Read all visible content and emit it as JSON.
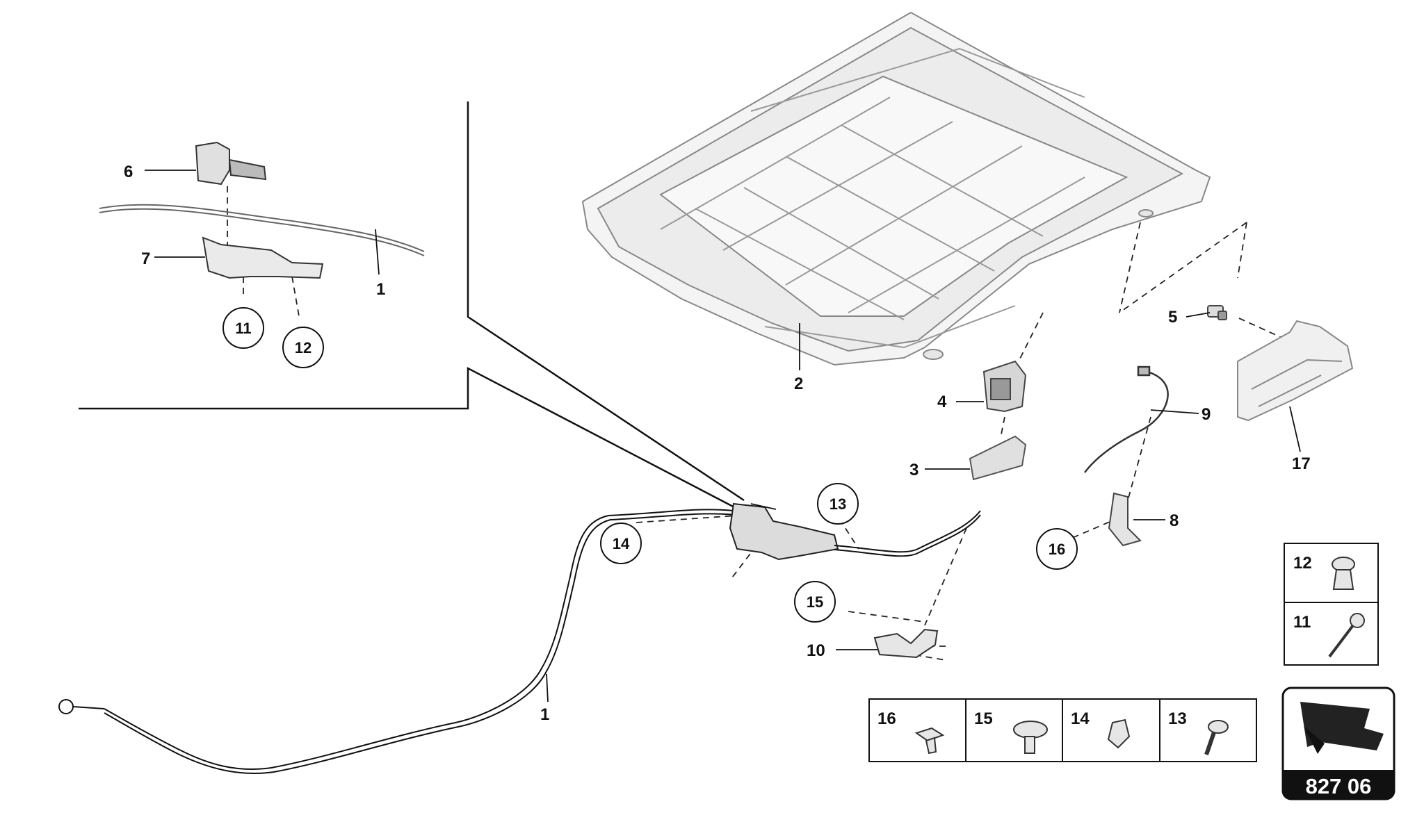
{
  "diagram": {
    "callouts": {
      "c1_inset": "1",
      "c1_main": "1",
      "c2": "2",
      "c3": "3",
      "c4": "4",
      "c5": "5",
      "c6": "6",
      "c7": "7",
      "c8": "8",
      "c9": "9",
      "c10": "10",
      "c11": "11",
      "c12": "12",
      "c13": "13",
      "c14": "14",
      "c15": "15",
      "c16": "16",
      "c17": "17"
    },
    "fastener_table_top": [
      "12",
      "11"
    ],
    "fastener_table_bottom": [
      "16",
      "15",
      "14",
      "13"
    ],
    "badge": {
      "code": "827 06",
      "color": "#111111"
    }
  }
}
